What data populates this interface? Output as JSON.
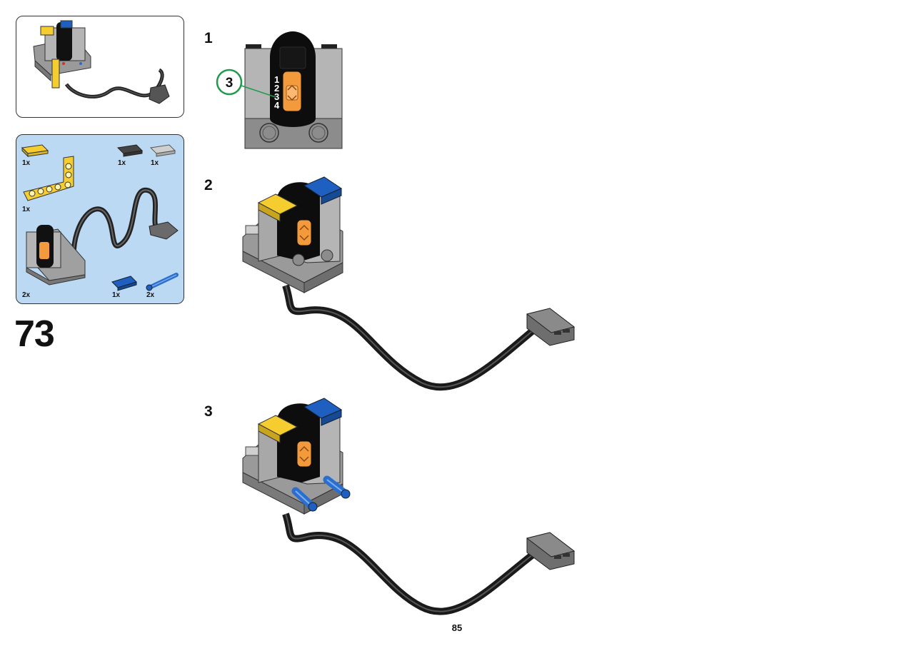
{
  "step": {
    "number": "73"
  },
  "page": {
    "number": "85"
  },
  "parts_list": [
    {
      "name": "yellow-tile",
      "qty": "1x",
      "color": "#f5cd2f"
    },
    {
      "name": "dark-gray-tile",
      "qty": "1x",
      "color": "#444444"
    },
    {
      "name": "light-gray-tile",
      "qty": "1x",
      "color": "#bfbfbf"
    },
    {
      "name": "yellow-l-beam",
      "qty": "1x",
      "color": "#f5cd2f"
    },
    {
      "name": "battery-box-with-cable",
      "qty": "2x",
      "color": "#a5a5a5"
    },
    {
      "name": "blue-tile",
      "qty": "1x",
      "color": "#1f5fbf"
    },
    {
      "name": "blue-axle-pin",
      "qty": "2x",
      "color": "#2a6fd0"
    }
  ],
  "substeps": [
    {
      "label": "1",
      "callout": "3",
      "positions": [
        "1",
        "2",
        "3",
        "4"
      ]
    },
    {
      "label": "2"
    },
    {
      "label": "3"
    }
  ],
  "colors": {
    "parts_background": "#bcd9f3",
    "callout_ring": "#1f9a4b",
    "switch_orange": "#f39a3c",
    "body_gray": "#b5b5b5",
    "base_gray": "#8c8c8c"
  }
}
